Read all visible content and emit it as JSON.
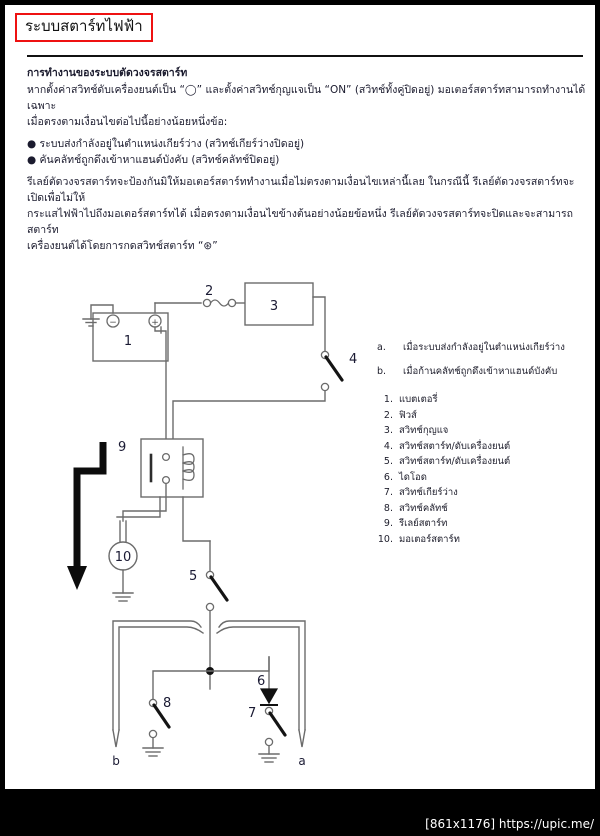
{
  "document": {
    "title": "ระบบสตาร์ทไฟฟ้า",
    "section_heading": "การทำงานของระบบตัดวงจรสตาร์ท",
    "paragraph_1": "หากตั้งค่าสวิทช์ดับเครื่องยนต์เป็น “◯” และตั้งค่าสวิทช์กุญแจเป็น “ON” (สวิทช์ทั้งคู่ปิดอยู่) มอเตอร์สตาร์ทสามารถทำงานได้เฉพาะ",
    "paragraph_2": "เมื่อตรงตามเงื่อนไขต่อไปนี้อย่างน้อยหนึ่งข้อ:",
    "bullet_1": "● ระบบส่งกำลังอยู่ในตำแหน่งเกียร์ว่าง (สวิทช์เกียร์ว่างปิดอยู่)",
    "bullet_2": "● คันคลัทช์ถูกดึงเข้าหาแฮนด์บังคับ (สวิทช์คลัทช์ปิดอยู่)",
    "paragraph_3": "รีเลย์ตัดวงจรสตาร์ทจะป้องกันมิให้มอเตอร์สตาร์ททำงานเมื่อไม่ตรงตามเงื่อนไขเหล่านี้เลย ในกรณีนี้ รีเลย์ตัดวงจรสตาร์ทจะเปิดเพื่อไม่ให้",
    "paragraph_4": "กระแสไฟฟ้าไปถึงมอเตอร์สตาร์ทได้ เมื่อตรงตามเงื่อนไขข้างต้นอย่างน้อยข้อหนึ่ง รีเลย์ตัดวงจรสตาร์ทจะปิดและจะสามารถสตาร์ท",
    "paragraph_5": "เครื่องยนต์ได้โดยการกดสวิทช์สตาร์ท “⊛”",
    "title_border_color": "#ee1111"
  },
  "legend": {
    "conditions": [
      {
        "key": "a.",
        "label": "เมื่อระบบส่งกำลังอยู่ในตำแหน่งเกียร์ว่าง"
      },
      {
        "key": "b.",
        "label": "เมื่อก้านคลัทช์ถูกดึงเข้าหาแฮนด์บังคับ"
      }
    ],
    "parts": [
      {
        "key": "1.",
        "label": "แบตเตอรี่"
      },
      {
        "key": "2.",
        "label": "ฟิวส์"
      },
      {
        "key": "3.",
        "label": "สวิทช์กุญแจ"
      },
      {
        "key": "4.",
        "label": "สวิทช์สตาร์ท/ดับเครื่องยนต์"
      },
      {
        "key": "5.",
        "label": "สวิทช์สตาร์ท/ดับเครื่องยนต์"
      },
      {
        "key": "6.",
        "label": "ไดโอด"
      },
      {
        "key": "7.",
        "label": "สวิทช์เกียร์ว่าง"
      },
      {
        "key": "8.",
        "label": "สวิทช์คลัทช์"
      },
      {
        "key": "9.",
        "label": "รีเลย์สตาร์ท"
      },
      {
        "key": "10.",
        "label": "มอเตอร์สตาร์ท"
      }
    ]
  },
  "diagram": {
    "callouts": {
      "battery": "1",
      "fuse": "2",
      "ignition_switch": "3",
      "engine_stop_switch": "4",
      "start_switch": "5",
      "diode": "6",
      "neutral_switch": "7",
      "clutch_switch": "8",
      "start_relay": "9",
      "starter_motor": "10"
    },
    "terminals": {
      "left": "b",
      "right": "a"
    },
    "battery_minus": "−",
    "battery_plus": "+"
  },
  "footer": {
    "text": "[861x1176] https://upic.me/"
  }
}
